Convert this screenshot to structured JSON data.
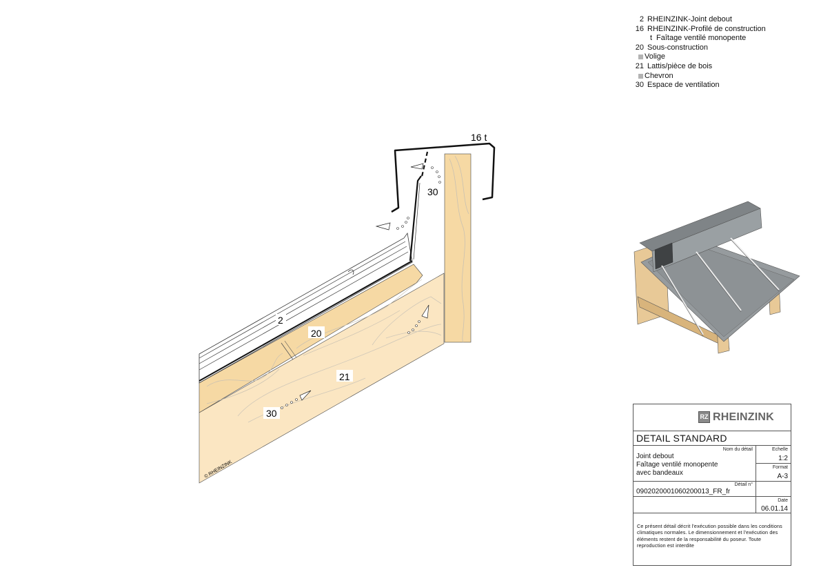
{
  "legend": [
    {
      "num": "2",
      "text": "RHEINZINK-Joint debout",
      "kind": "main"
    },
    {
      "num": "16",
      "text": "RHEINZINK-Profilé de construction",
      "kind": "main"
    },
    {
      "num": "t",
      "text": "Faîtage ventilé monopente",
      "kind": "sub"
    },
    {
      "num": "20",
      "text": "Sous-construction",
      "kind": "main"
    },
    {
      "num": "",
      "text": "Volige",
      "kind": "swatch"
    },
    {
      "num": "21",
      "text": "Lattis/pièce de bois",
      "kind": "main"
    },
    {
      "num": "",
      "text": "Chevron",
      "kind": "swatch"
    },
    {
      "num": "30",
      "text": "Espace de ventilation",
      "kind": "main"
    }
  ],
  "drawing_labels": {
    "ridge_profile": "16 t",
    "vent_top": "30",
    "standing_seam": "2",
    "decking": "20",
    "rafter": "21",
    "vent_bottom": "30",
    "copyright": "© RHEINZINK"
  },
  "colors": {
    "wood_light": "#fbe6c2",
    "wood_mid": "#f6d9a4",
    "zinc_sheet": "#ffffff",
    "zinc_3d": "#8d9295",
    "grain": "#c7c7c7"
  },
  "title_block": {
    "logo_mark": "RZ",
    "brand": "RHEINZINK",
    "doc_type": "DETAIL STANDARD",
    "name_caption": "Nom du détail",
    "name_lines": [
      "Joint debout",
      "Faîtage ventilé monopente",
      "avec bandeaux"
    ],
    "scale_caption": "Echelle",
    "scale": "1:2",
    "format_caption": "Format",
    "format": "A-3",
    "detail_caption": "Détail n°",
    "detail_number": "0902020001060200013_FR_fr",
    "date_caption": "Date",
    "date": "06.01.14",
    "note": "Ce présent détail décrit l'exécution possible dans les conditions climatiques normales. Le dimensionnement et l'exécution des éléments restent de la responsabilité du poseur. Toute reproduction est interdite"
  }
}
